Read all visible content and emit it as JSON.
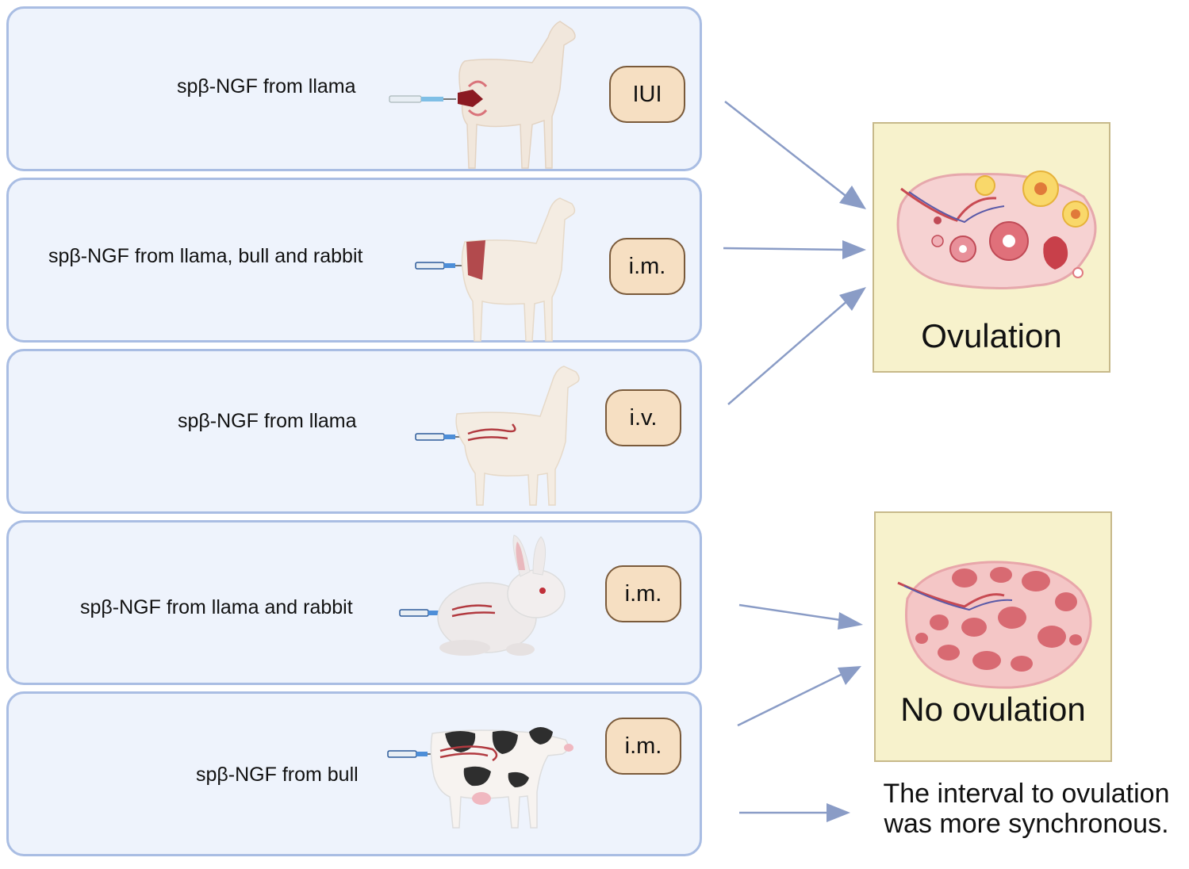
{
  "panels": [
    {
      "label": "spβ-NGF from llama",
      "route": "IUI",
      "animal": "llama",
      "target": "uterus"
    },
    {
      "label": "spβ-NGF from llama, bull and rabbit",
      "route": "i.m.",
      "animal": "llama",
      "target": "muscle"
    },
    {
      "label": "spβ-NGF from llama",
      "route": "i.v.",
      "animal": "llama",
      "target": "vein"
    },
    {
      "label": "spβ-NGF from llama and rabbit",
      "route": "i.m.",
      "animal": "rabbit",
      "target": "muscle"
    },
    {
      "label": "spβ-NGF from bull",
      "route": "i.m.",
      "animal": "cow",
      "target": "muscle"
    }
  ],
  "results": {
    "ovulation": "Ovulation",
    "no_ovulation": "No ovulation",
    "note_line1": "The interval to ovulation",
    "note_line2": "was more synchronous."
  },
  "colors": {
    "panel_bg": "#eef3fc",
    "panel_border": "#a9bde3",
    "badge_bg": "#f6dfc2",
    "badge_border": "#7a5a3a",
    "result_bg": "#f7f2cc",
    "arrow": "#8a9cc6"
  }
}
